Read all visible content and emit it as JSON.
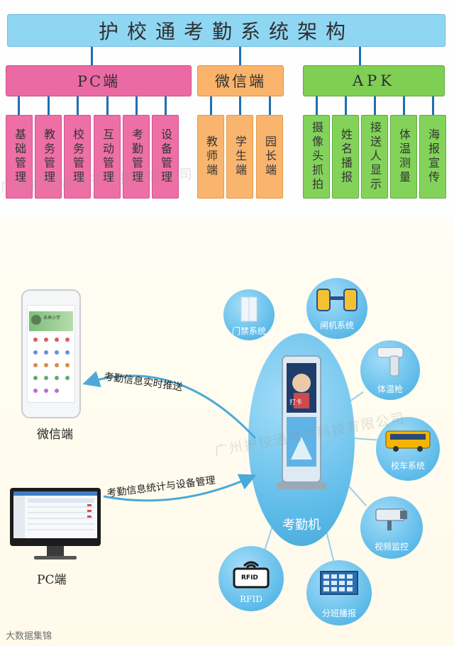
{
  "architecture": {
    "title": "护校通考勤系统架构",
    "categories": [
      {
        "label": "PC端",
        "items": [
          "基础管理",
          "教务管理",
          "校务管理",
          "互动管理",
          "考勤管理",
          "设备管理"
        ]
      },
      {
        "label": "微信端",
        "items": [
          "教师端",
          "学生端",
          "园长端"
        ]
      },
      {
        "label": "APK",
        "items": [
          "摄像头抓拍",
          "姓名播报",
          "接送人显示",
          "体温测量",
          "海报宣传"
        ]
      }
    ],
    "colors": {
      "title": "#8fd6f3",
      "pc": "#ec6aa3",
      "wechat": "#f9b36a",
      "apk": "#7fcf55",
      "connector": "#1d6fb3"
    }
  },
  "terminals": {
    "center_label": "考勤机",
    "satellites": [
      "门禁系统",
      "闸机系统",
      "体温枪",
      "校车系统",
      "视频监控",
      "分班播报",
      "RFID"
    ],
    "rfid_chip": "RFID",
    "wechat_label": "微信端",
    "pc_label": "PC端",
    "push_text": "考勤信息实时推送",
    "stats_text": "考勤信息统计与设备管理",
    "phone_school": "未来小学",
    "kiosk_badge": "打卡"
  },
  "watermarks": [
    "广州护校通电子科技有限公司",
    "广州护校通电子科技有限公司"
  ],
  "brand": "大数据集锦"
}
